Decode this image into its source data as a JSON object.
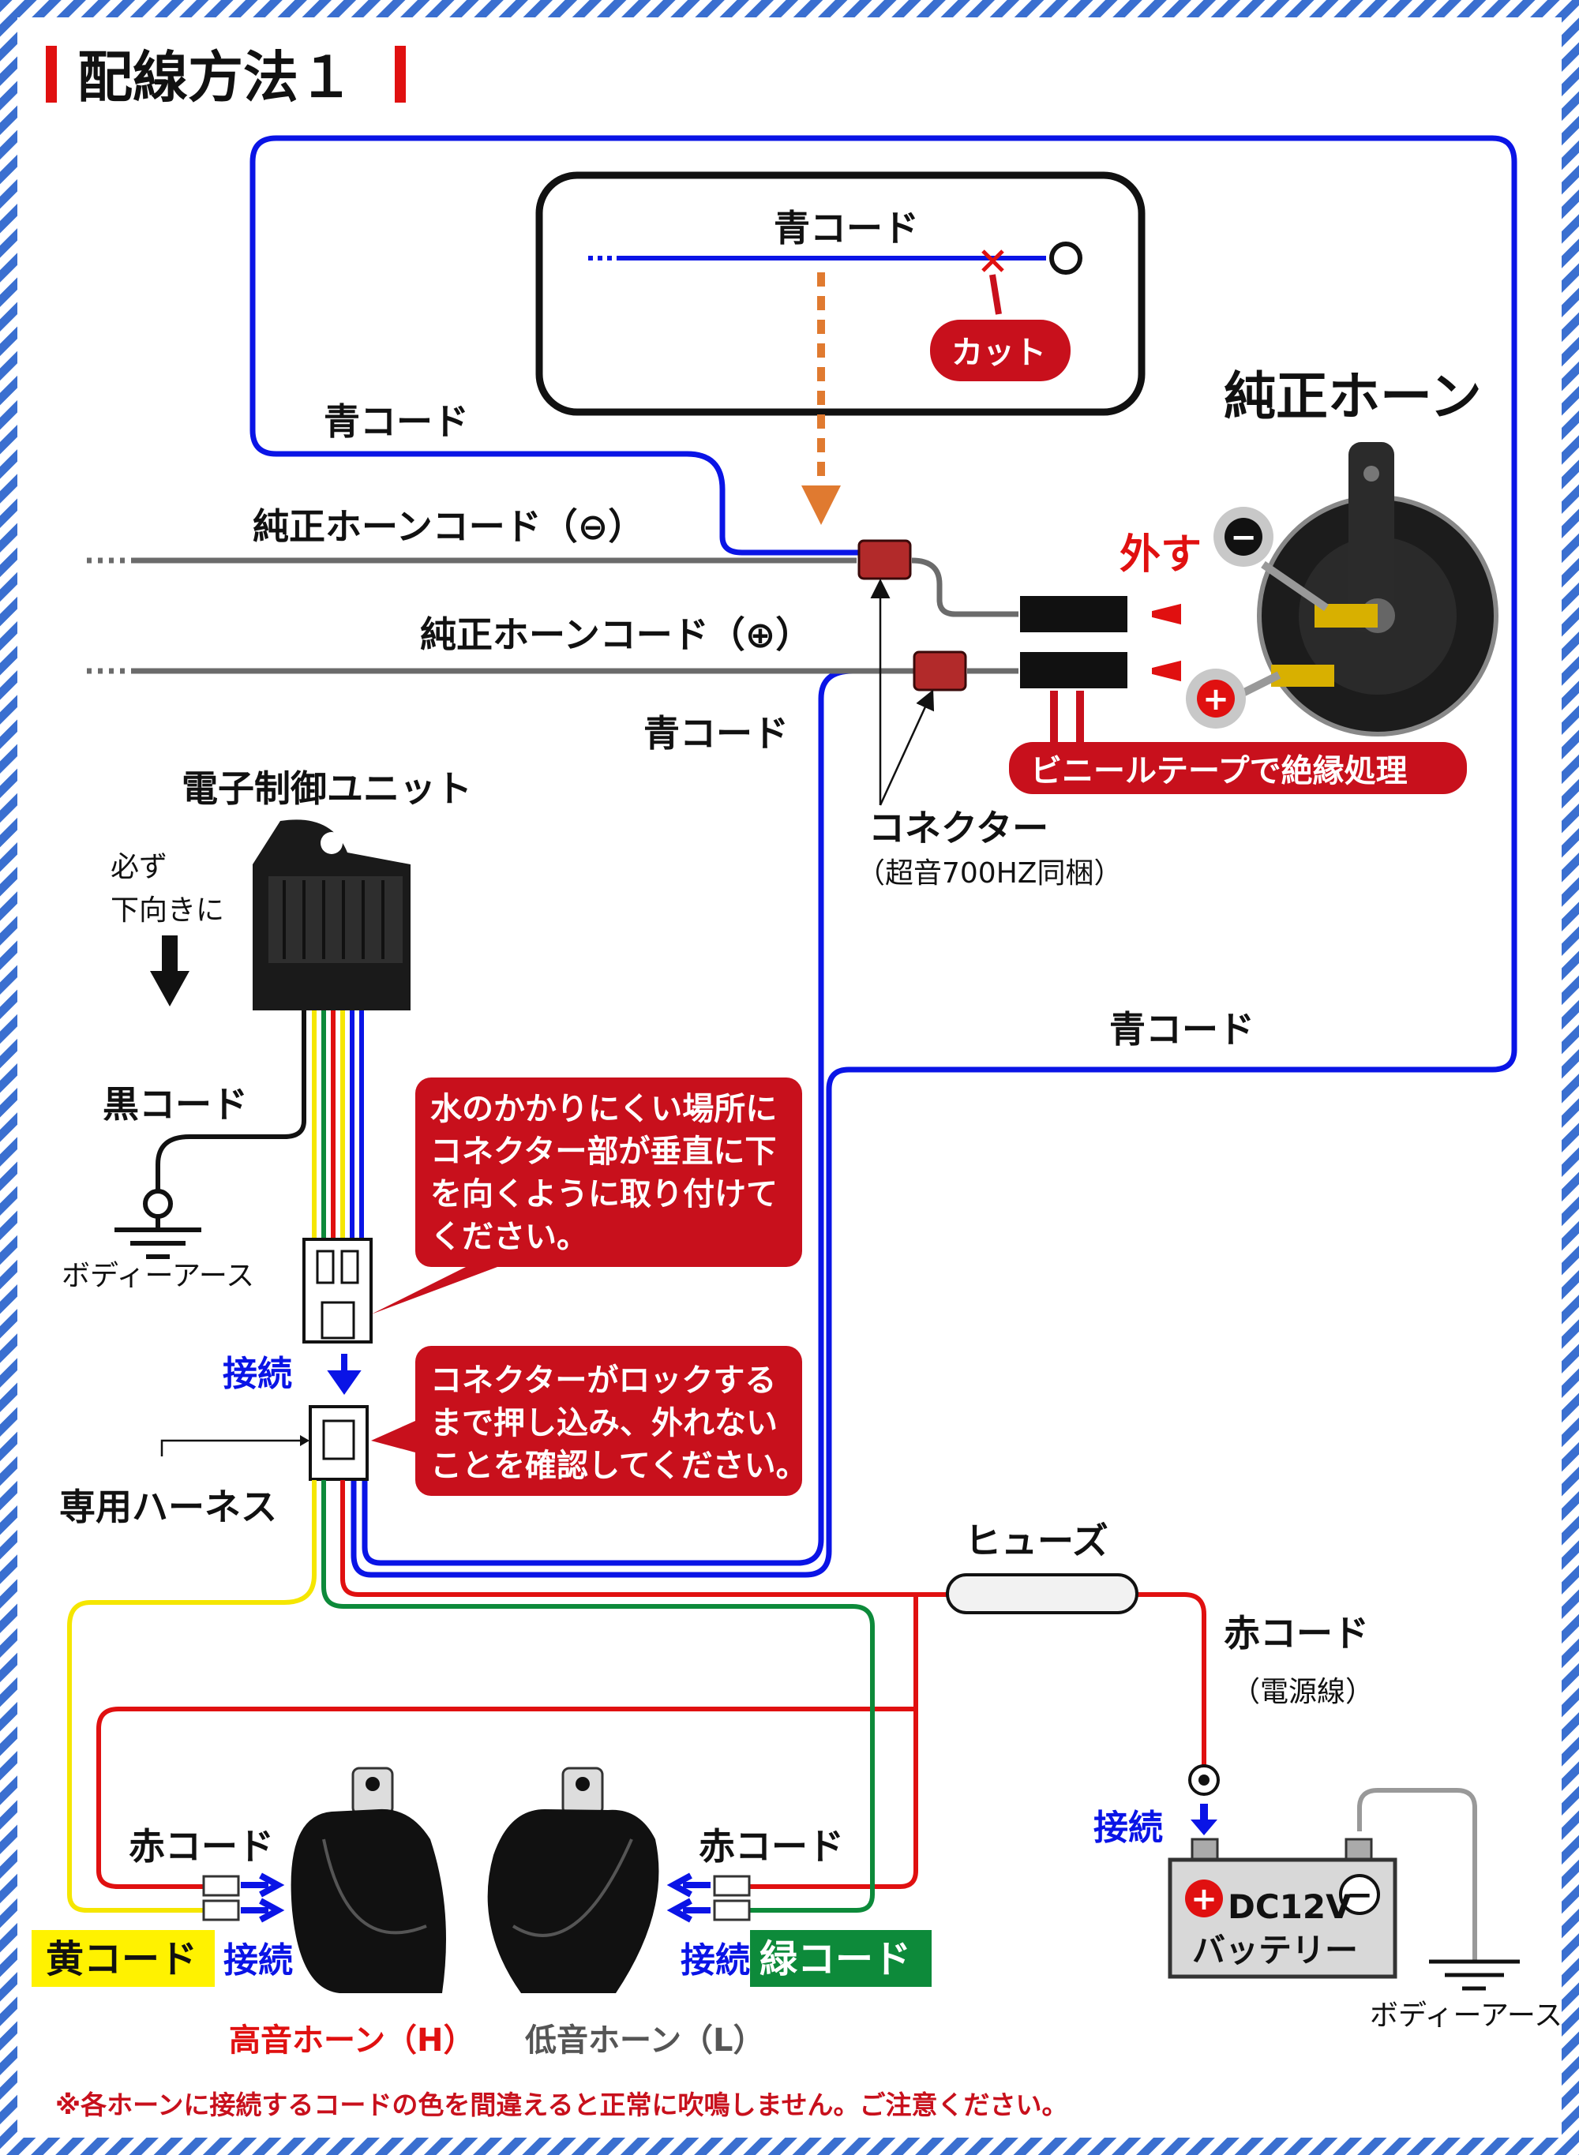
{
  "title": "配線方法１",
  "inset": {
    "blue_cord": "青コード",
    "cut": "カット"
  },
  "blue_cord": "青コード",
  "factory_horn": {
    "title": "純正ホーン",
    "cord_minus": "純正ホーンコード（⊖）",
    "cord_plus": "純正ホーンコード（⊕）",
    "remove": "外す",
    "minus": "−",
    "plus": "+"
  },
  "vinyl_tape": "ビニールテープで絶縁処理",
  "connector": {
    "label": "コネクター",
    "note": "（超音700HZ同梱）"
  },
  "ecu": {
    "title": "電子制御ユニット",
    "orientation_1": "必ず",
    "orientation_2": "下向きに"
  },
  "black_cord": "黒コード",
  "body_ground": "ボディーアース",
  "connect": "接続",
  "harness": "専用ハーネス",
  "callout_water": [
    "水のかかりにくい場所に",
    "コネクター部が垂直に下",
    "を向くように取り付けて",
    "ください。"
  ],
  "callout_lock": [
    "コネクターがロックする",
    "まで押し込み、外れない",
    "ことを確認してください。"
  ],
  "fuse": "ヒューズ",
  "red_cord": "赤コード",
  "power_line": "（電源線）",
  "battery": {
    "voltage": "DC12V",
    "name": "バッテリー"
  },
  "yellow_cord": "黄コード",
  "green_cord": "緑コード",
  "high_horn": "高音ホーン（H）",
  "low_horn": "低音ホーン（L）",
  "footnote": "※各ホーンに接続するコードの色を間違えると正常に吹鳴しません。ご注意ください。",
  "colors": {
    "blue": "#0a14e6",
    "red": "#e01010",
    "yellow": "#f5e600",
    "green": "#0d8a3a",
    "gray": "#6b6b6b",
    "callout_red": "#c8101c",
    "highlight_yellow": "#fff200",
    "highlight_green": "#0d8a3a"
  }
}
